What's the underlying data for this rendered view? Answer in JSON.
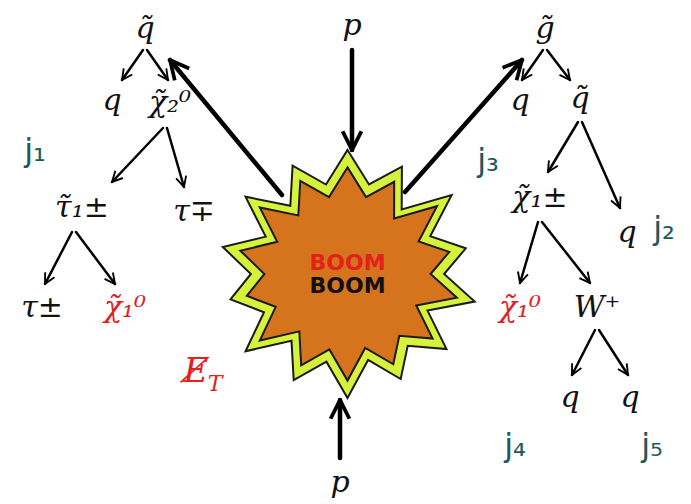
{
  "diagram": {
    "nodes": [
      {
        "text": [
          "BOOM",
          "BOOM"
        ]
      }
    ],
    "labels": [
      "q̃",
      "p",
      "g̃",
      "q",
      "χ̃₂⁰",
      "q",
      "q̃",
      "j₁",
      "j₃",
      "τ̃₁±",
      "τ∓",
      "χ̃₁±",
      "q",
      "j₂",
      "τ±",
      "χ̃₁⁰",
      "χ̃₁⁰",
      "W⁺",
      "E̸",
      "T",
      "q",
      "q",
      "j₄",
      "j₅",
      "p"
    ]
  }
}
